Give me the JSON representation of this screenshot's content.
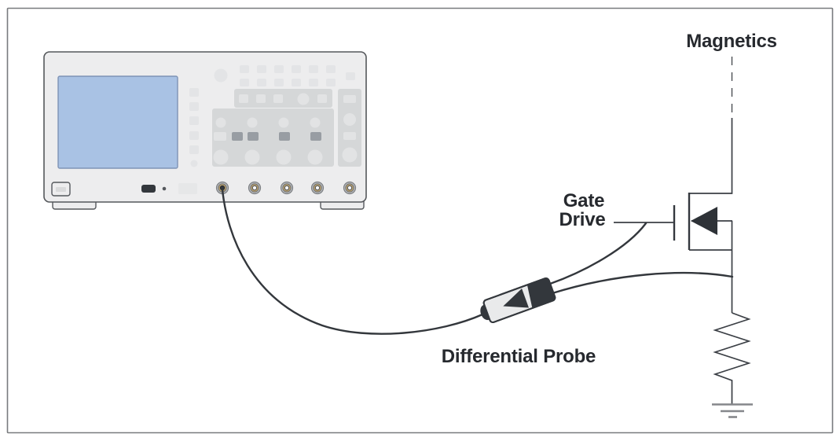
{
  "labels": {
    "magnetics": "Magnetics",
    "gate": "Gate",
    "drive": "Drive",
    "differential_probe": "Differential Probe"
  },
  "components": {
    "oscilloscope": "oscilloscope",
    "oscilloscope-screen": "display-screen",
    "bnc_connectors": "bnc-input-connectors",
    "probe": "differential-probe",
    "transistor": "n-channel-mosfet",
    "resistor": "sense-resistor",
    "ground": "ground-symbol"
  },
  "colors": {
    "background": "#ffffff",
    "border": "#797b7e",
    "outline": "#33373c",
    "text": "#26292e",
    "scope_body": "#ededee",
    "scope_border": "#55585c",
    "screen_blue": "#a9c2e4",
    "panel_gray": "#d5d7d8",
    "control_light": "#e3e4e6",
    "control_dark": "#989da3",
    "bnc_ring": "#b9bbbd",
    "bnc_gold": "#b29b6c",
    "probe_dark": "#33373c",
    "probe_body": "#e9eaeb",
    "ground_gray": "#85878b"
  }
}
